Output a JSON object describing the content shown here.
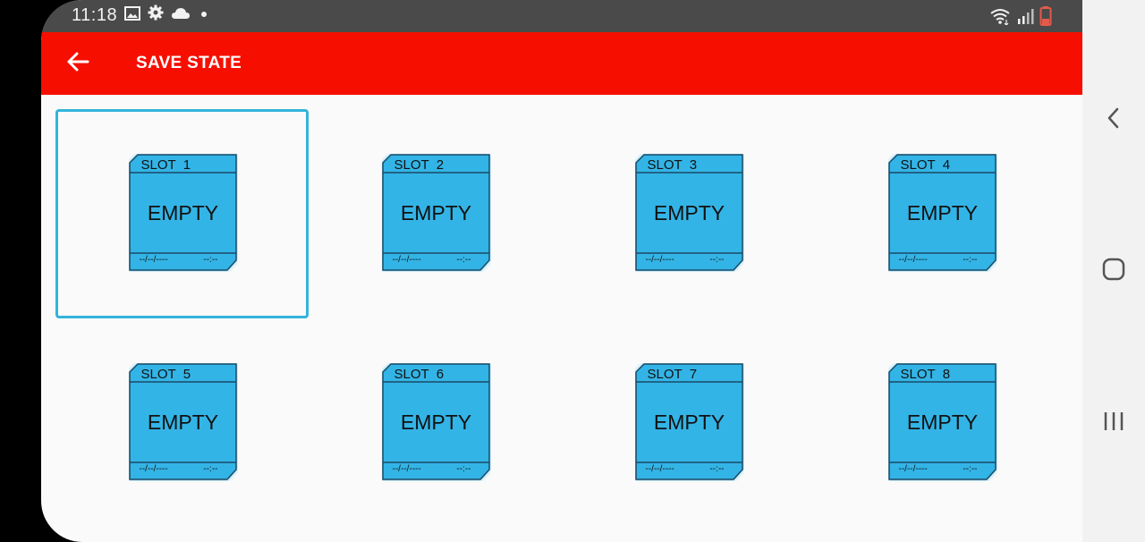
{
  "status_bar": {
    "time": "11:18",
    "left_icons": [
      "image-icon",
      "gear-icon",
      "cloud-icon",
      "dot-icon"
    ],
    "right_icons": [
      "wifi-icon",
      "signal-icon",
      "battery-icon"
    ]
  },
  "app_bar": {
    "title": "SAVE STATE",
    "back_icon": "arrow-left-icon",
    "color": "#f60f00"
  },
  "slots": [
    {
      "label": "SLOT  1",
      "state": "EMPTY",
      "date": "--/--/----",
      "time": "--:--",
      "selected": true
    },
    {
      "label": "SLOT  2",
      "state": "EMPTY",
      "date": "--/--/----",
      "time": "--:--",
      "selected": false
    },
    {
      "label": "SLOT  3",
      "state": "EMPTY",
      "date": "--/--/----",
      "time": "--:--",
      "selected": false
    },
    {
      "label": "SLOT  4",
      "state": "EMPTY",
      "date": "--/--/----",
      "time": "--:--",
      "selected": false
    },
    {
      "label": "SLOT  5",
      "state": "EMPTY",
      "date": "--/--/----",
      "time": "--:--",
      "selected": false
    },
    {
      "label": "SLOT  6",
      "state": "EMPTY",
      "date": "--/--/----",
      "time": "--:--",
      "selected": false
    },
    {
      "label": "SLOT  7",
      "state": "EMPTY",
      "date": "--/--/----",
      "time": "--:--",
      "selected": false
    },
    {
      "label": "SLOT  8",
      "state": "EMPTY",
      "date": "--/--/----",
      "time": "--:--",
      "selected": false
    }
  ],
  "card_color": "#33b4e6",
  "selection_color": "#33b4da",
  "nav_bar": {
    "buttons": [
      "back-icon",
      "home-icon",
      "recents-icon"
    ]
  }
}
